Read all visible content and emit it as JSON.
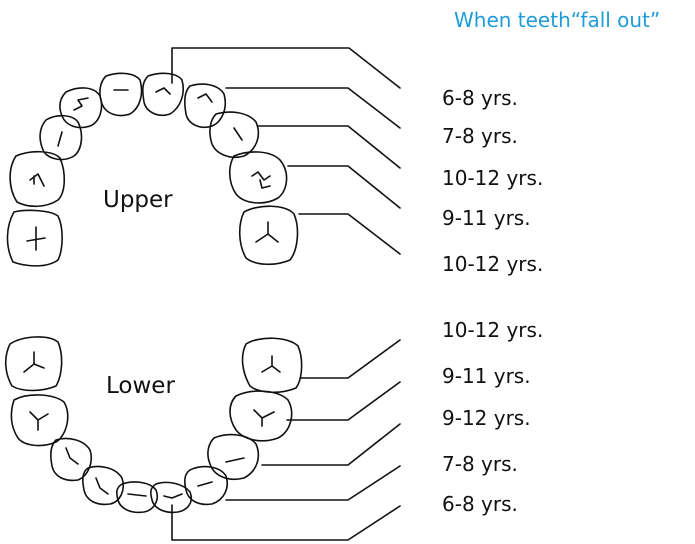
{
  "title": "When teeth“fall out”",
  "jaws": {
    "upper": {
      "label": "Upper",
      "ages": [
        "6-8 yrs.",
        "7-8 yrs.",
        "10-12 yrs.",
        "9-11 yrs.",
        "10-12 yrs."
      ]
    },
    "lower": {
      "label": "Lower",
      "ages": [
        "10-12 yrs.",
        "9-11 yrs.",
        "9-12 yrs.",
        "7-8 yrs.",
        "6-8 yrs."
      ]
    }
  }
}
